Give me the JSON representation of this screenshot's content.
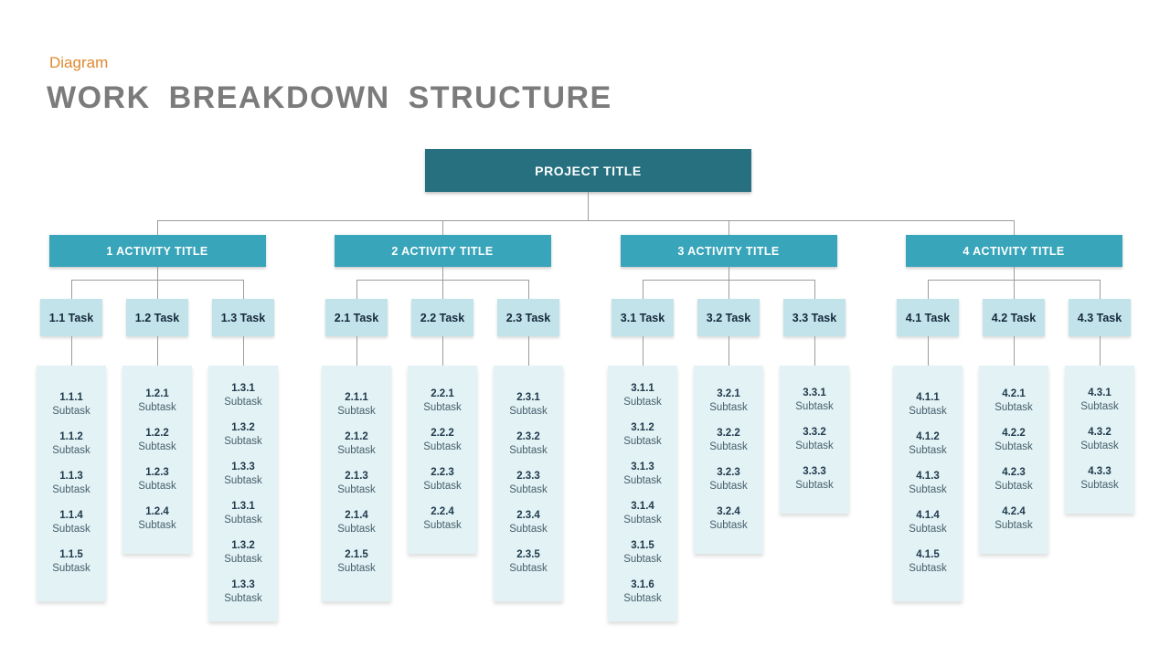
{
  "header": {
    "eyebrow": "Diagram",
    "title": "WORK BREAKDOWN STRUCTURE"
  },
  "colors": {
    "eyebrow_text": "#e0892f",
    "title_text": "#7b7b7b",
    "root_box": "#26707f",
    "activity_box": "#38a5ba",
    "task_box": "#c2e3ea",
    "subtask_box": "#e3f2f5",
    "connector": "#9c9c9c"
  },
  "root": {
    "label": "PROJECT TITLE"
  },
  "subtask_word": "Subtask",
  "groups": [
    {
      "label": "1 ACTIVITY TITLE",
      "tasks": [
        {
          "label": "1.1 Task",
          "subtasks": [
            "1.1.1",
            "1.1.2",
            "1.1.3",
            "1.1.4",
            "1.1.5"
          ]
        },
        {
          "label": "1.2 Task",
          "subtasks": [
            "1.2.1",
            "1.2.2",
            "1.2.3",
            "1.2.4"
          ]
        },
        {
          "label": "1.3 Task",
          "subtasks": [
            "1.3.1",
            "1.3.2",
            "1.3.3",
            "1.3.1",
            "1.3.2",
            "1.3.3"
          ]
        }
      ]
    },
    {
      "label": "2 ACTIVITY TITLE",
      "tasks": [
        {
          "label": "2.1 Task",
          "subtasks": [
            "2.1.1",
            "2.1.2",
            "2.1.3",
            "2.1.4",
            "2.1.5"
          ]
        },
        {
          "label": "2.2 Task",
          "subtasks": [
            "2.2.1",
            "2.2.2",
            "2.2.3",
            "2.2.4"
          ]
        },
        {
          "label": "2.3 Task",
          "subtasks": [
            "2.3.1",
            "2.3.2",
            "2.3.3",
            "2.3.4",
            "2.3.5"
          ]
        }
      ]
    },
    {
      "label": "3 ACTIVITY TITLE",
      "tasks": [
        {
          "label": "3.1 Task",
          "subtasks": [
            "3.1.1",
            "3.1.2",
            "3.1.3",
            "3.1.4",
            "3.1.5",
            "3.1.6"
          ]
        },
        {
          "label": "3.2 Task",
          "subtasks": [
            "3.2.1",
            "3.2.2",
            "3.2.3",
            "3.2.4"
          ]
        },
        {
          "label": "3.3 Task",
          "subtasks": [
            "3.3.1",
            "3.3.2",
            "3.3.3"
          ]
        }
      ]
    },
    {
      "label": "4 ACTIVITY TITLE",
      "tasks": [
        {
          "label": "4.1 Task",
          "subtasks": [
            "4.1.1",
            "4.1.2",
            "4.1.3",
            "4.1.4",
            "4.1.5"
          ]
        },
        {
          "label": "4.2 Task",
          "subtasks": [
            "4.2.1",
            "4.2.2",
            "4.2.3",
            "4.2.4"
          ]
        },
        {
          "label": "4.3 Task",
          "subtasks": [
            "4.3.1",
            "4.3.2",
            "4.3.3"
          ]
        }
      ]
    }
  ]
}
